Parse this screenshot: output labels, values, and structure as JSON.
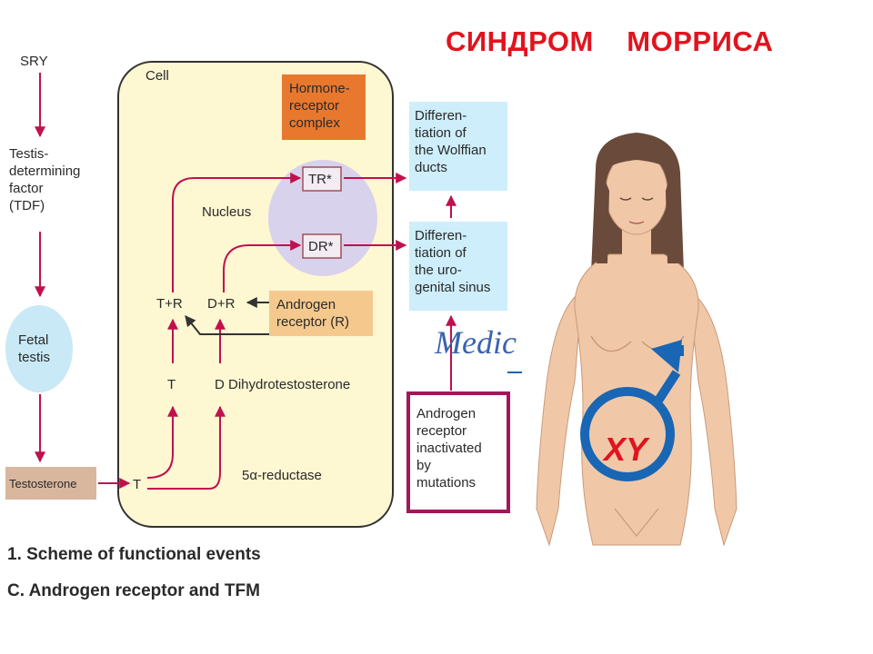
{
  "title": "СИНДРОМ    МОРРИСА",
  "left_flow": {
    "sry": "SRY",
    "tdf": [
      "Testis-",
      "determining",
      "factor",
      "(TDF)"
    ],
    "fetal_testis": [
      "Fetal",
      "testis"
    ],
    "testosterone": "Testosterone"
  },
  "cell": {
    "label": "Cell",
    "hormone_complex": [
      "Hormone-",
      "receptor",
      "complex"
    ],
    "nucleus": "Nucleus",
    "tr": "TR*",
    "dr": "DR*",
    "t_plus_r": "T+R",
    "d_plus_r": "D+R",
    "androgen_receptor": [
      "Androgen",
      "receptor (R)"
    ],
    "t": "T",
    "d_label": "D Dihydrotestosterone",
    "reductase": "5α-reductase",
    "t_entry": "T"
  },
  "outcomes": {
    "wolffian": [
      "Differen-",
      "tiation of",
      "the Wolffian",
      "ducts"
    ],
    "urogenital": [
      "Differen-",
      "tiation of",
      "the uro-",
      "genital sinus"
    ],
    "inactivated": [
      "Androgen",
      "receptor",
      "inactivated",
      "by",
      "mutations"
    ]
  },
  "watermark": "Medic",
  "captions": {
    "line1": "1. Scheme of functional events",
    "line2": "C. Androgen receptor and TFM"
  },
  "figure": {
    "karyotype": "XY"
  },
  "colors": {
    "title_red": "#e0141e",
    "arrow_magenta": "#c0104e",
    "cell_fill": "#fdf7d2",
    "nucleus_fill": "#d9d2ec",
    "hormone_box": "#e8782e",
    "receptor_box": "#f5c98d",
    "outcome_box": "#cdeefa",
    "fetal_testis": "#c8e9f5",
    "testosterone_box": "#d9b79e",
    "male_symbol": "#1966b4",
    "skin": "#f0c8a8",
    "hair": "#6a4a3a"
  }
}
